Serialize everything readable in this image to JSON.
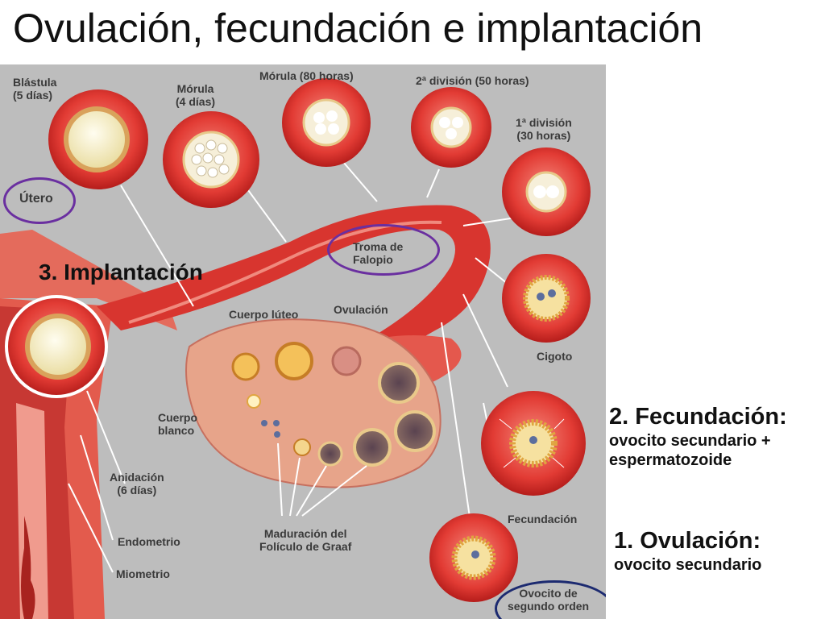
{
  "slide": {
    "title": "Ovulación, fecundación e implantación"
  },
  "diagram": {
    "labels": {
      "blastula": "Blástula\n(5 días)",
      "morula_4": "Mórula\n(4 días)",
      "morula_80": "Mórula (80 horas)",
      "division_2": "2ª  división  (50 horas)",
      "division_1": "1ª división\n(30 horas)",
      "utero": "Útero",
      "trompa": "Troma de\nFalopio",
      "cuerpo_luteo": "Cuerpo lúteo",
      "ovulacion": "Ovulación",
      "cigoto": "Cigoto",
      "cuerpo_blanco": "Cuerpo\nblanco",
      "anidacion": "Anidación\n(6 días)",
      "endometrio": "Endometrio",
      "miometrio": "Miometrio",
      "maduracion": "Maduración del\nFolículo de Graaf",
      "fecundacion": "Fecundación",
      "ovocito": "Ovocito de\nsegundo orden"
    }
  },
  "callouts": {
    "implantacion": "3. Implantación",
    "fecundacion_head": "2. Fecundación:",
    "fecundacion_sub_1": "ovocito secundario +",
    "fecundacion_sub_2": "espermatozoide",
    "ovulacion_head": "1. Ovulación:",
    "ovulacion_sub": "ovocito secundario"
  },
  "colors": {
    "panel_bg": "#bdbdbd",
    "tube_red": "#d8352f",
    "circle_red": "#e23b34",
    "ovary": "#e7a48a",
    "ring_purple": "#6a2fa0",
    "ring_navy": "#1c2a70"
  }
}
